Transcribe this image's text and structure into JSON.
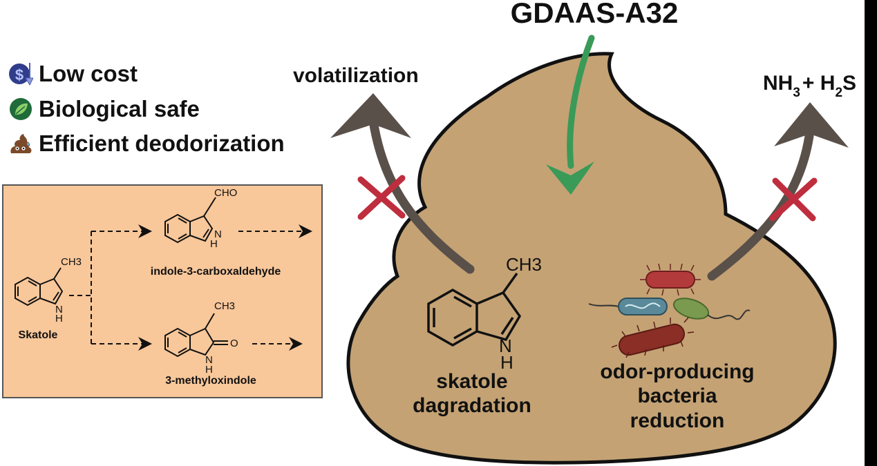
{
  "title": "GDAAS-A32",
  "benefits": [
    {
      "label": "Low cost",
      "icon": "dollar-down-icon"
    },
    {
      "label": "Biological safe",
      "icon": "leaf-icon"
    },
    {
      "label": "Efficient deodorization",
      "icon": "poop-emoji-icon"
    }
  ],
  "pathway": {
    "substrate": "Skatole",
    "substrate_group": "CH3",
    "product1": "indole-3-carboxaldehyde",
    "product1_group": "CHO",
    "product2": "3-methyloxindole",
    "product2_group": "CH3",
    "product2_o": "O",
    "nh": "N",
    "h": "H"
  },
  "arrows": {
    "left_label": "volatilization",
    "right_label_nh": "NH",
    "right_sub_3": "3",
    "right_plus": "+ H",
    "right_sub_2": "2",
    "right_s": "S"
  },
  "skatole_main": {
    "group": "CH3",
    "n": "N",
    "h": "H",
    "caption_line1": "skatole",
    "caption_line2": "dagradation"
  },
  "bacteria_caption": {
    "line1": "odor-producing",
    "line2": "bacteria",
    "line3": "reduction"
  },
  "colors": {
    "poop_fill": "#c4a274",
    "panel_fill": "#f8c79a",
    "gray_arrow": "#5a504a",
    "green_arrow": "#3a9a58",
    "red_x": "#bf2e3e"
  }
}
